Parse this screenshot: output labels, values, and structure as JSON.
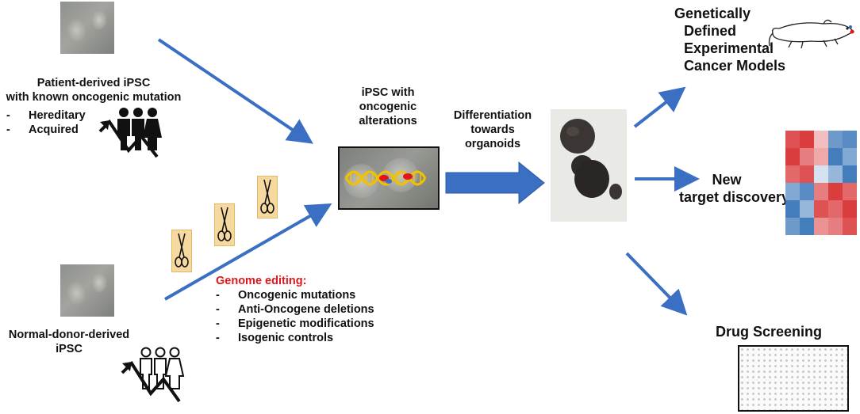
{
  "patient": {
    "label_line1": "Patient-derived iPSC",
    "label_line2": "with known oncogenic mutation",
    "types": [
      "Hereditary",
      "Acquired"
    ]
  },
  "normal": {
    "label_line1": "Normal-donor-derived",
    "label_line2": "iPSC"
  },
  "genome_editing": {
    "title": "Genome editing:",
    "items": [
      "Oncogenic mutations",
      "Anti-Oncogene deletions",
      "Epigenetic modifications",
      "Isogenic controls"
    ]
  },
  "ipsc_alterations": {
    "line1": "iPSC with",
    "line2": "oncogenic",
    "line3": "alterations"
  },
  "differentiation": {
    "line1": "Differentiation",
    "line2": "towards",
    "line3": "organoids"
  },
  "outcomes": {
    "models": [
      "Genetically",
      "Defined",
      "Experimental",
      "Cancer Models"
    ],
    "target_line1": "New",
    "target_line2": "target discovery",
    "drug": "Drug Screening"
  },
  "colors": {
    "arrow": "#3a6fc4",
    "editing_title": "#e0161b",
    "scissor_bg": "#f6d9a0",
    "heatmap_red": "#d62728",
    "heatmap_blue": "#2f6fb5"
  },
  "heatmap": [
    [
      0.8,
      0.9,
      0.3,
      -0.7,
      -0.8
    ],
    [
      0.9,
      0.6,
      0.4,
      -0.9,
      -0.6
    ],
    [
      0.7,
      0.8,
      -0.2,
      -0.5,
      -0.9
    ],
    [
      -0.6,
      -0.8,
      0.6,
      0.9,
      0.7
    ],
    [
      -0.9,
      -0.5,
      0.8,
      0.7,
      0.9
    ],
    [
      -0.7,
      -0.9,
      0.5,
      0.6,
      0.8
    ]
  ]
}
